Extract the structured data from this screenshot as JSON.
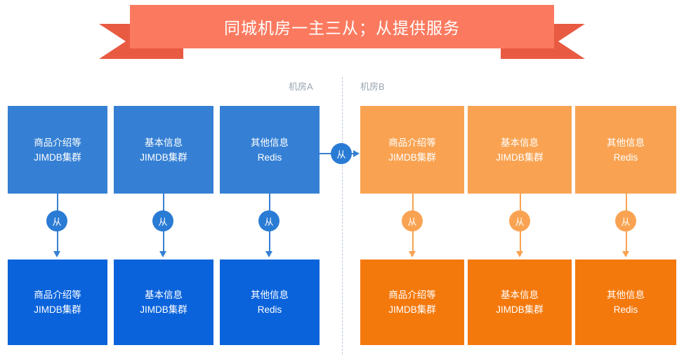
{
  "banner": {
    "title": "同城机房一主三从；从提供服务",
    "band_color": "#fb7a5f",
    "tail_color": "#e85b42"
  },
  "zones": [
    {
      "id": "a",
      "label": "机房A",
      "accent_top": "#3580d4",
      "accent_bottom": "#0a63db"
    },
    {
      "id": "b",
      "label": "机房B",
      "accent_top": "#f9a352",
      "accent_bottom": "#f4790d"
    }
  ],
  "nodes": {
    "a_top": [
      {
        "line1": "商品介绍等",
        "line2": "JIMDB集群"
      },
      {
        "line1": "基本信息",
        "line2": "JIMDB集群"
      },
      {
        "line1": "其他信息",
        "line2": "Redis"
      }
    ],
    "a_bottom": [
      {
        "line1": "商品介绍等",
        "line2": "JIMDB集群"
      },
      {
        "line1": "基本信息",
        "line2": "JIMDB集群"
      },
      {
        "line1": "其他信息",
        "line2": "Redis"
      }
    ],
    "b_top": [
      {
        "line1": "商品介绍等",
        "line2": "JIMDB集群"
      },
      {
        "line1": "基本信息",
        "line2": "JIMDB集群"
      },
      {
        "line1": "其他信息",
        "line2": "Redis"
      }
    ],
    "b_bottom": [
      {
        "line1": "商品介绍等",
        "line2": "JIMDB集群"
      },
      {
        "line1": "基本信息",
        "line2": "JIMDB集群"
      },
      {
        "line1": "其他信息",
        "line2": "Redis"
      }
    ]
  },
  "connectors": {
    "replication_label": "从",
    "cross_zone_label": "从"
  }
}
